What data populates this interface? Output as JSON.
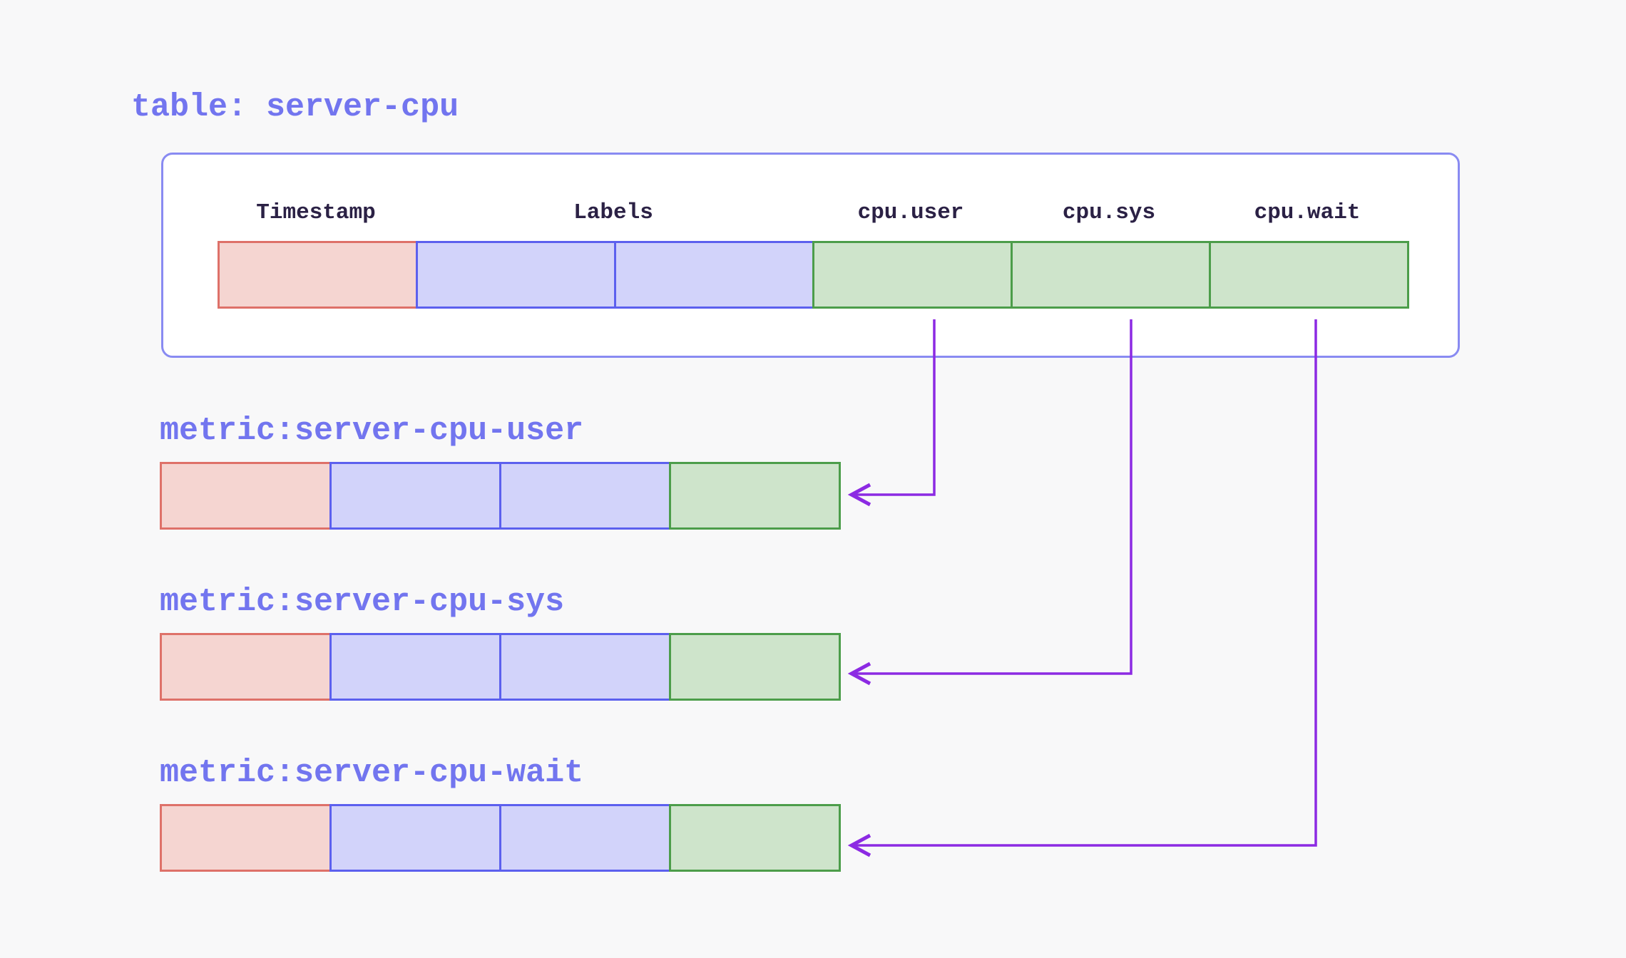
{
  "colors": {
    "page_bg": "#f8f8f9",
    "panel_bg": "#ffffff",
    "panel_border": "#898bf2",
    "accent_text": "#7275ef",
    "header_text": "#2b2145",
    "timestamp_fill": "#f5d5d1",
    "timestamp_border": "#de7169",
    "label_fill": "#d2d3fa",
    "label_border": "#5c60ee",
    "field_fill": "#cee4cb",
    "field_border": "#4c9d4a",
    "arrow": "#8c2ae3"
  },
  "table": {
    "title": "table: server-cpu",
    "columns": [
      "Timestamp",
      "Labels",
      "cpu.user",
      "cpu.sys",
      "cpu.wait"
    ],
    "row_cells": [
      "timestamp",
      "label",
      "label",
      "field",
      "field",
      "field"
    ]
  },
  "metrics": [
    {
      "title": "metric:server-cpu-user",
      "row_cells": [
        "timestamp",
        "label",
        "label",
        "field"
      ]
    },
    {
      "title": "metric:server-cpu-sys",
      "row_cells": [
        "timestamp",
        "label",
        "label",
        "field"
      ]
    },
    {
      "title": "metric:server-cpu-wait",
      "row_cells": [
        "timestamp",
        "label",
        "label",
        "field"
      ]
    }
  ]
}
